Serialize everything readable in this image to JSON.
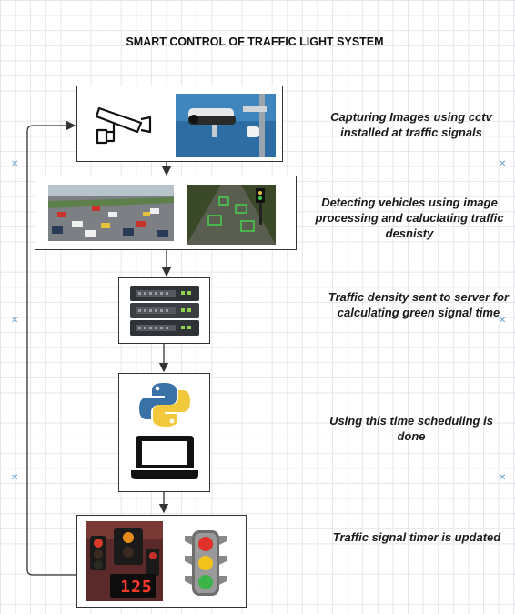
{
  "title": "SMART CONTROL OF TRAFFIC LIGHT SYSTEM",
  "steps": [
    {
      "text": "Capturing  Images using cctv installed at traffic signals",
      "icons": [
        "cctv-camera-icon",
        "cctv-photo"
      ]
    },
    {
      "text": "Detecting vehicles using image processing and caluclating traffic desnisty",
      "icons": [
        "highway-traffic-photo",
        "vehicle-detection-photo"
      ]
    },
    {
      "text": "Traffic density sent to server for calculating green signal time",
      "icons": [
        "server-rack-icon"
      ]
    },
    {
      "text": "Using this time scheduling is done",
      "icons": [
        "python-logo-icon",
        "laptop-icon"
      ]
    },
    {
      "text": "Traffic signal timer is updated",
      "icons": [
        "traffic-signal-timer-photo",
        "traffic-light-icon"
      ]
    }
  ],
  "timer_display": "125",
  "colors": {
    "box_border": "#333333",
    "arrow": "#333333",
    "marker": "#6aa0c8"
  }
}
